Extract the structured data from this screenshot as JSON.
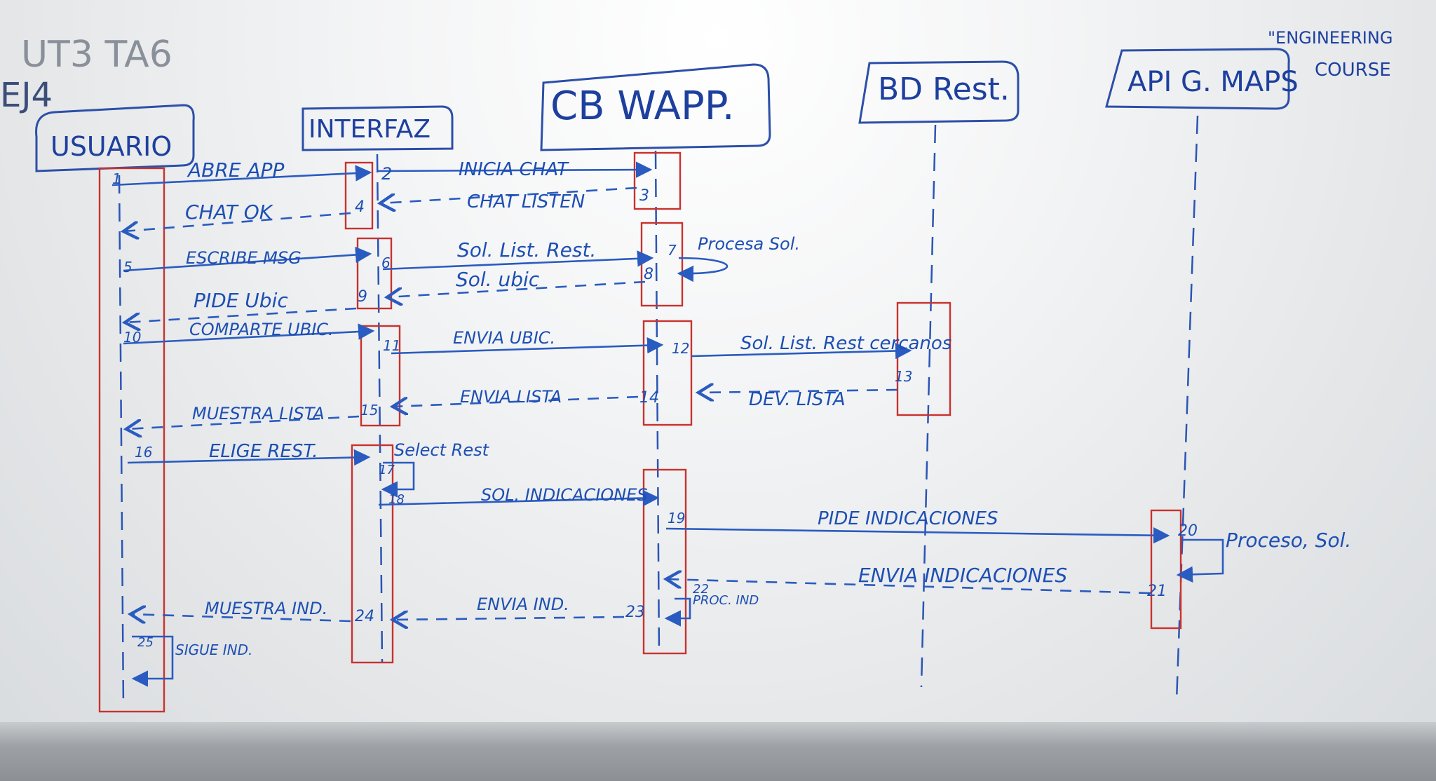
{
  "board_title": "UT3 TA6",
  "exercise": "EJ4",
  "corner_note": [
    "\"ENGINEERING",
    "COURSE"
  ],
  "participants": [
    {
      "id": "usuario",
      "label": "USUARIO"
    },
    {
      "id": "interfaz",
      "label": "INTERFAZ"
    },
    {
      "id": "cbwapp",
      "label": "CB WAPP."
    },
    {
      "id": "bdrest",
      "label": "BD Rest."
    },
    {
      "id": "apimaps",
      "label": "API G. MAPS"
    }
  ],
  "messages": [
    {
      "num": "1",
      "from": "usuario",
      "to": "interfaz",
      "label": "ABRE APP",
      "kind": "call"
    },
    {
      "num": "2",
      "from": "interfaz",
      "to": "cbwapp",
      "label": "INICIA CHAT",
      "kind": "call"
    },
    {
      "num": "3",
      "from": "cbwapp",
      "to": "interfaz",
      "label": "CHAT LISTEN",
      "kind": "return"
    },
    {
      "num": "4",
      "from": "interfaz",
      "to": "usuario",
      "label": "CHAT OK",
      "kind": "return"
    },
    {
      "num": "5",
      "from": "usuario",
      "to": "interfaz",
      "label": "ESCRIBE MSG",
      "kind": "call"
    },
    {
      "num": "6",
      "from": "interfaz",
      "to": "cbwapp",
      "label": "Sol. List. Rest.",
      "kind": "call"
    },
    {
      "num": "7",
      "from": "cbwapp",
      "to": "cbwapp",
      "label": "Procesa Sol.",
      "kind": "self"
    },
    {
      "num": "8",
      "from": "cbwapp",
      "to": "interfaz",
      "label": "Sol. ubic",
      "kind": "return"
    },
    {
      "num": "9",
      "from": "interfaz",
      "to": "usuario",
      "label": "PIDE Ubic",
      "kind": "return"
    },
    {
      "num": "10",
      "from": "usuario",
      "to": "interfaz",
      "label": "COMPARTE UBIC.",
      "kind": "call"
    },
    {
      "num": "11",
      "from": "interfaz",
      "to": "cbwapp",
      "label": "ENVIA UBIC.",
      "kind": "call"
    },
    {
      "num": "12",
      "from": "cbwapp",
      "to": "bdrest",
      "label": "Sol. List. Rest cercanos",
      "kind": "call"
    },
    {
      "num": "13",
      "from": "bdrest",
      "to": "cbwapp",
      "label": "DEV. LISTA",
      "kind": "return"
    },
    {
      "num": "14",
      "from": "cbwapp",
      "to": "interfaz",
      "label": "ENVIA LISTA",
      "kind": "return"
    },
    {
      "num": "15",
      "from": "interfaz",
      "to": "usuario",
      "label": "MUESTRA LISTA",
      "kind": "return"
    },
    {
      "num": "16",
      "from": "usuario",
      "to": "interfaz",
      "label": "ELIGE REST.",
      "kind": "call"
    },
    {
      "num": "17",
      "from": "interfaz",
      "to": "interfaz",
      "label": "Select Rest",
      "kind": "self"
    },
    {
      "num": "18",
      "from": "interfaz",
      "to": "cbwapp",
      "label": "SOL. INDICACIONES",
      "kind": "call"
    },
    {
      "num": "19",
      "from": "cbwapp",
      "to": "apimaps",
      "label": "PIDE INDICACIONES",
      "kind": "call"
    },
    {
      "num": "20",
      "from": "apimaps",
      "to": "apimaps",
      "label": "Proceso, Sol.",
      "kind": "self"
    },
    {
      "num": "21",
      "from": "apimaps",
      "to": "cbwapp",
      "label": "ENVIA INDICACIONES",
      "kind": "return"
    },
    {
      "num": "22",
      "from": "cbwapp",
      "to": "cbwapp",
      "label": "PROC. IND",
      "kind": "self"
    },
    {
      "num": "23",
      "from": "cbwapp",
      "to": "interfaz",
      "label": "ENVIA IND.",
      "kind": "return"
    },
    {
      "num": "24",
      "from": "interfaz",
      "to": "usuario",
      "label": "MUESTRA IND.",
      "kind": "return"
    },
    {
      "num": "25",
      "from": "usuario",
      "to": "usuario",
      "label": "SIGUE IND.",
      "kind": "self"
    }
  ],
  "colors": {
    "ink_blue": "#1d4fb3",
    "ink_red": "#c8322f",
    "faded_ink": "#8a9099",
    "board": "#f3f4f5"
  }
}
